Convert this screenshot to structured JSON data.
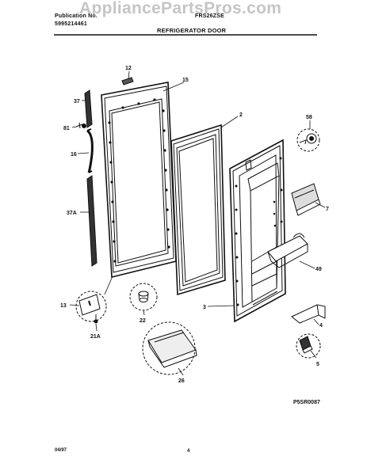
{
  "header": {
    "publication_label": "Publication No.",
    "publication_number": "5995214461",
    "model_fragment": "FRS26ZSE",
    "title": "REFRIGERATOR DOOR"
  },
  "watermark": "AppliancePartsPros.com",
  "diagram_code": "P5SR0087",
  "footer": {
    "date": "04/97",
    "page": "4"
  },
  "callouts": {
    "c12": "12",
    "c15": "15",
    "c37": "37",
    "c81": "81",
    "c16": "16",
    "c37a": "37A",
    "c2": "2",
    "c58": "58",
    "c7": "7",
    "c49": "49",
    "c13": "13",
    "c22": "22",
    "c21a": "21A",
    "c3": "3",
    "c4": "4",
    "c5": "5",
    "c26": "26"
  }
}
